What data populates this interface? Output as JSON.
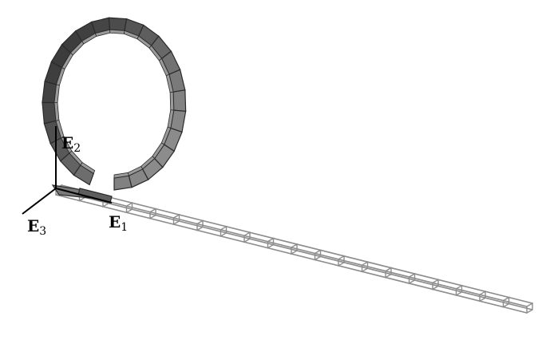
{
  "figure": {
    "axes": [
      {
        "letter": "E",
        "subscript": "1"
      },
      {
        "letter": "E",
        "subscript": "2"
      },
      {
        "letter": "E",
        "subscript": "3"
      }
    ],
    "colors": {
      "beam_dark_fill": "#6e6e6e",
      "beam_dark_edge": "#2a2a2a",
      "beam_light_edge": "#8c8c8c",
      "axis_line": "#000000",
      "background": "#ffffff"
    },
    "straight_beam_segments": 20,
    "loop_segments": 24
  }
}
